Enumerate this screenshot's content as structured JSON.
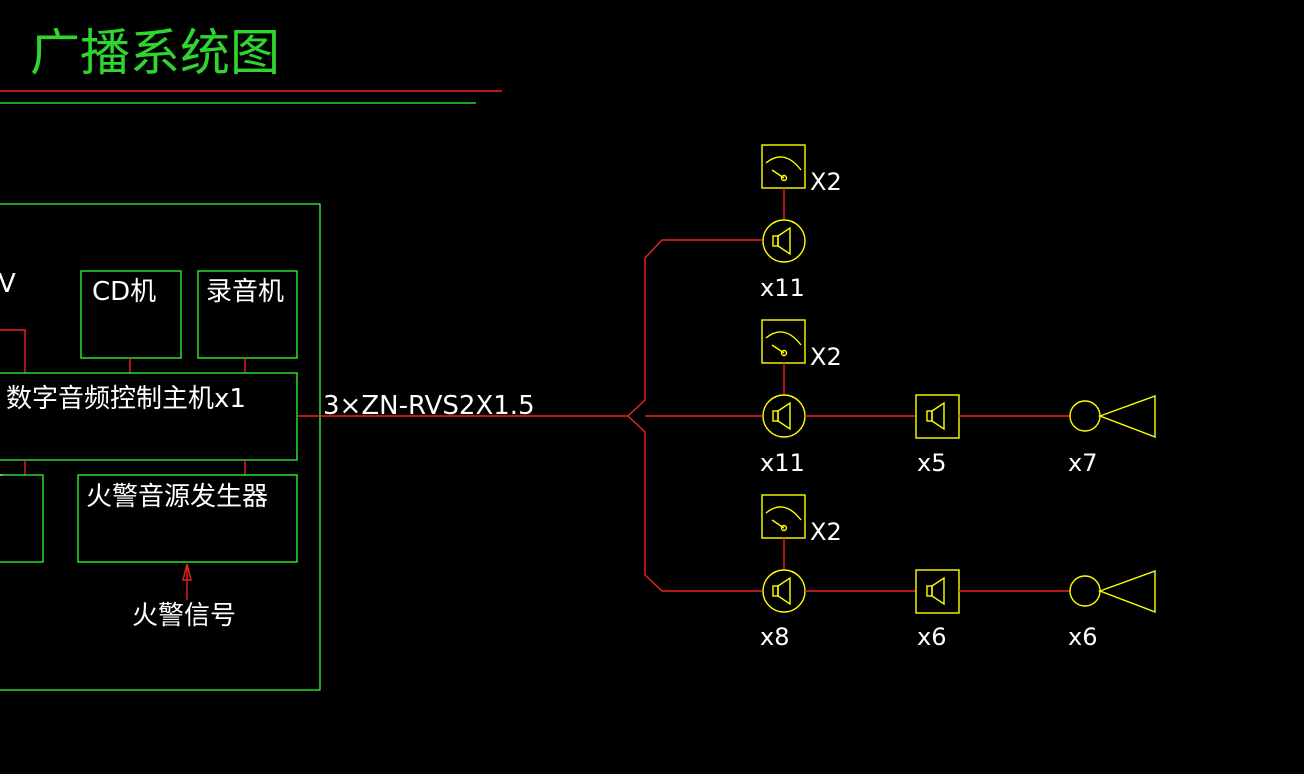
{
  "title": "广播系统图",
  "boxes": {
    "cd": "CD机",
    "recorder": "录音机",
    "controller": "数字音频控制主机x1",
    "fire_source": "火警音源发生器",
    "left_cut": "V"
  },
  "fire_signal": "火警信号",
  "cable_label": "3×ZN-RVS2X1.5",
  "branches": [
    {
      "volume_qty": "X2",
      "ceiling_qty": "x11"
    },
    {
      "volume_qty": "X2",
      "ceiling_qty": "x11",
      "wall_qty": "x5",
      "horn_qty": "x7"
    },
    {
      "volume_qty": "X2",
      "ceiling_qty": "x8",
      "wall_qty": "x6",
      "horn_qty": "x6"
    }
  ],
  "colors": {
    "title": "#2fd62f",
    "frame": "#33ff33",
    "wire": "#ee2222",
    "device": "#ffff00",
    "text": "#ffffff",
    "background": "#000000"
  }
}
